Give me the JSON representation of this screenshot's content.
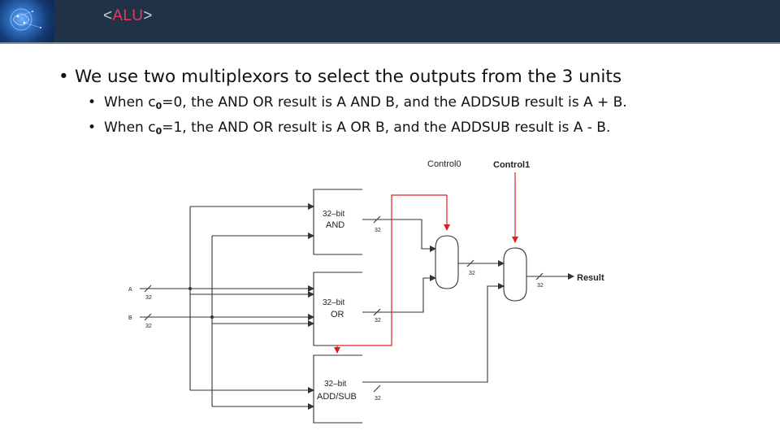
{
  "header": {
    "title_open": "<",
    "title_accent": "ALU",
    "title_close": ">"
  },
  "bullets": {
    "main": "We use two multiplexors to select the outputs from the 3 units",
    "sub1_prefix": "When c",
    "sub1_subscript": "0",
    "sub1_suffix": "=0, the AND OR result is A AND B, and the ADDSUB result is A + B.",
    "sub2_prefix": "When c",
    "sub2_subscript": "0",
    "sub2_suffix": "=1, the AND OR result is A OR B, and the ADDSUB result is A - B."
  },
  "diagram": {
    "control0": "Control0",
    "control1": "Control1",
    "result": "Result",
    "and_block": [
      "32–bit",
      "AND"
    ],
    "or_block": [
      "32–bit",
      "OR"
    ],
    "addsub_block": [
      "32–bit",
      "ADD/SUB"
    ],
    "input_a": "A",
    "input_b": "B",
    "bus_width": "32",
    "control_color": "#e02020"
  }
}
